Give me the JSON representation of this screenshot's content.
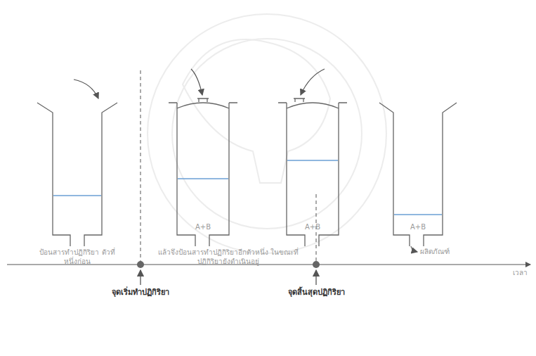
{
  "diagram": {
    "nodes": [
      {
        "text": [
          "A+B"
        ]
      },
      {
        "text": [
          "A+B"
        ]
      },
      {
        "text": [
          "A+B"
        ]
      }
    ],
    "labels": [
      "ป้อนสารทำปฏิกิริยา ตัวที่หนึ่งก่อน",
      "แล้วจึงป้อนสารทำปฏิกิริยาอีกตัวหนึ่ง ในขณะที่ปฏิกิริยายังดำเนินอยู่",
      "ผลิตภัณฑ์",
      "เวลา",
      "จุดเริ่มทำปฏิกิริยา",
      "จุดสิ้นสุดปฏิกิริยา"
    ]
  }
}
